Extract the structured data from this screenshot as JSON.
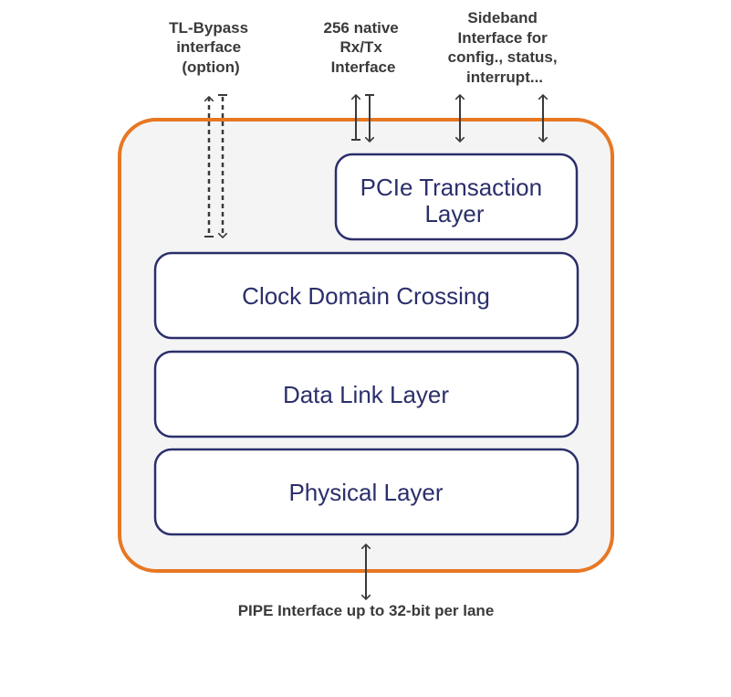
{
  "labels": {
    "tl_bypass": [
      "TL-Bypass",
      "interface",
      "(option)"
    ],
    "native": [
      "256 native",
      "Rx/Tx",
      "Interface"
    ],
    "sideband": [
      "Sideband",
      "Interface for",
      "config., status,",
      "interrupt..."
    ],
    "pipe": "PIPE Interface up to 32-bit per lane"
  },
  "blocks": {
    "transaction": [
      "PCIe Transaction",
      "Layer"
    ],
    "cdc": "Clock Domain Crossing",
    "data_link": "Data Link Layer",
    "physical": "Physical Layer"
  },
  "colors": {
    "border": "#e87722",
    "block_stroke": "#2b2f6b",
    "fill": "#f4f4f5"
  }
}
